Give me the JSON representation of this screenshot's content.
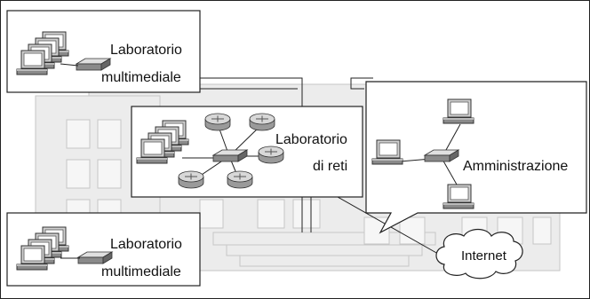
{
  "colors": {
    "building_fill": "#ececec",
    "building_stroke": "#c8c8c8",
    "box_fill": "#ffffff",
    "box_stroke": "#222222",
    "device_dark": "#555555",
    "device_mid": "#999999",
    "device_light": "#d6d6d6",
    "link": "#222222"
  },
  "labels": {
    "lab_top_line1": "Laboratorio",
    "lab_top_line2": "multimediale",
    "lab_net_line1": "Laboratorio",
    "lab_net_line2": "di reti",
    "admin": "Amministrazione",
    "lab_bottom_line1": "Laboratorio",
    "lab_bottom_line2": "multimediale",
    "internet": "Internet"
  },
  "icons": [
    "computer-icon",
    "switch-icon",
    "router-icon",
    "cloud-icon",
    "building-outline"
  ]
}
